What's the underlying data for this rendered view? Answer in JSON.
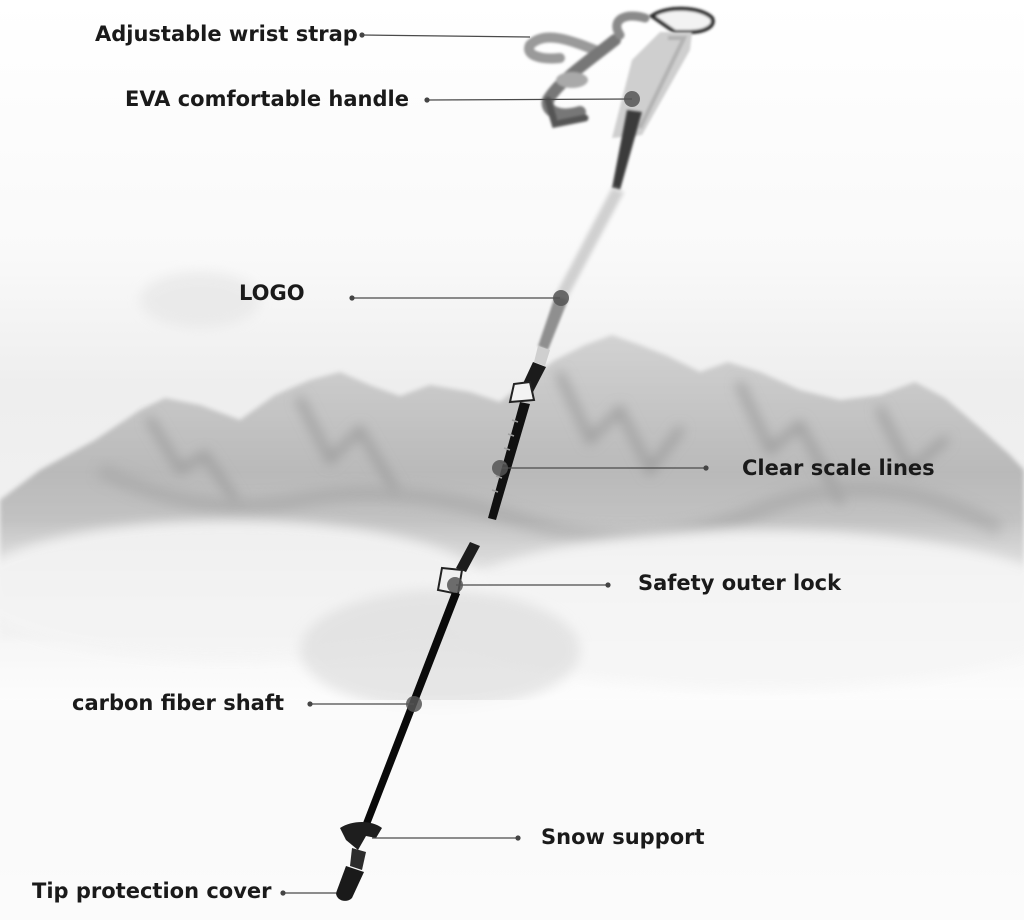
{
  "diagram": {
    "subject": "trekking pole",
    "labels": {
      "wrist_strap": "Adjustable wrist strap",
      "handle": "EVA comfortable handle",
      "logo": "LOGO",
      "scale_lines": "Clear scale lines",
      "outer_lock": "Safety outer lock",
      "shaft": "carbon fiber shaft",
      "snow_support": "Snow support",
      "tip_cover": "Tip protection cover"
    },
    "colors": {
      "shaft": "#0a0a0a",
      "leader_line": "#444444",
      "marker": "#555555",
      "mountain": "#bdbdbd",
      "fog": "#f4f4f4"
    }
  }
}
